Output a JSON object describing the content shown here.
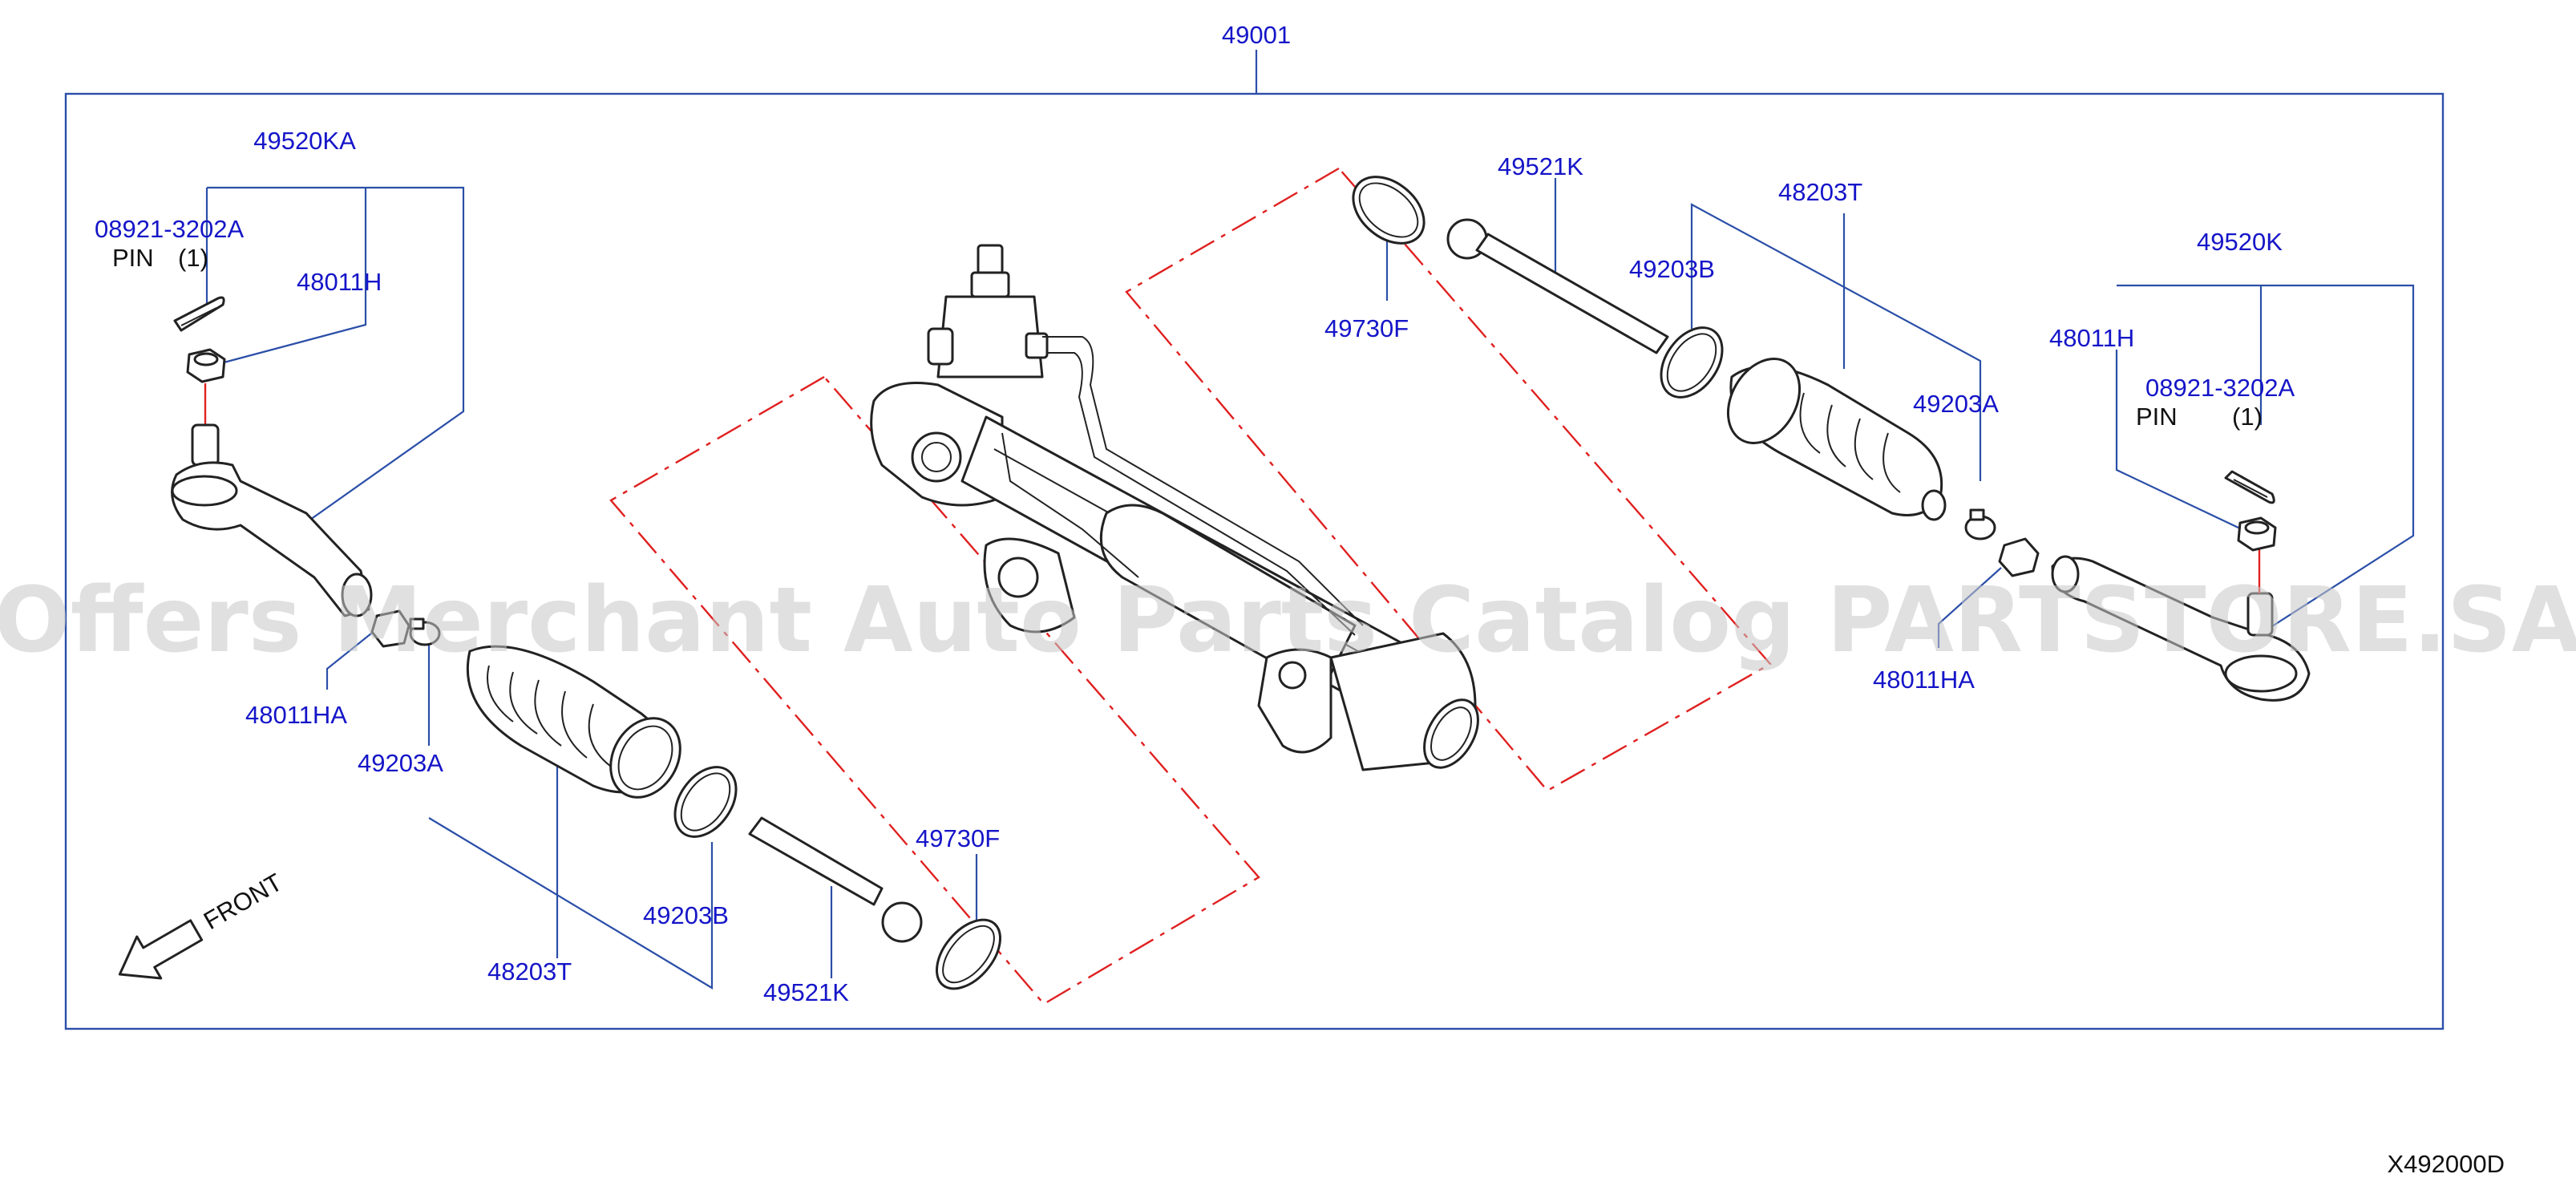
{
  "diagram": {
    "code": "X492000D",
    "watermark": "Offers Merchant Auto Parts Catalog PARTSTORE.SA",
    "front_label": "FRONT",
    "colors": {
      "label": "#1515c8",
      "leader": "#2b4fa8",
      "dashed_group": "#e02020",
      "part_outline": "#222222"
    },
    "labels": {
      "assembly": "49001",
      "left_tie_rod_end": "49520KA",
      "left_cotter_pin": "08921-3202A",
      "left_pin_text": "PIN",
      "left_pin_qty": "(1)",
      "left_nut": "48011H",
      "left_jam_nut": "48011HA",
      "left_clamp_a": "49203A",
      "left_boot": "48203T",
      "left_clamp_b": "49203B",
      "left_inner_rod": "49521K",
      "left_ring": "49730F",
      "right_ring": "49730F",
      "right_inner_rod": "49521K",
      "right_clamp_b": "49203B",
      "right_boot": "48203T",
      "right_clamp_a": "49203A",
      "right_jam_nut": "48011HA",
      "right_tie_rod_end": "49520K",
      "right_nut": "48011H",
      "right_cotter_pin": "08921-3202A",
      "right_pin_text": "PIN",
      "right_pin_qty": "(1)"
    }
  }
}
